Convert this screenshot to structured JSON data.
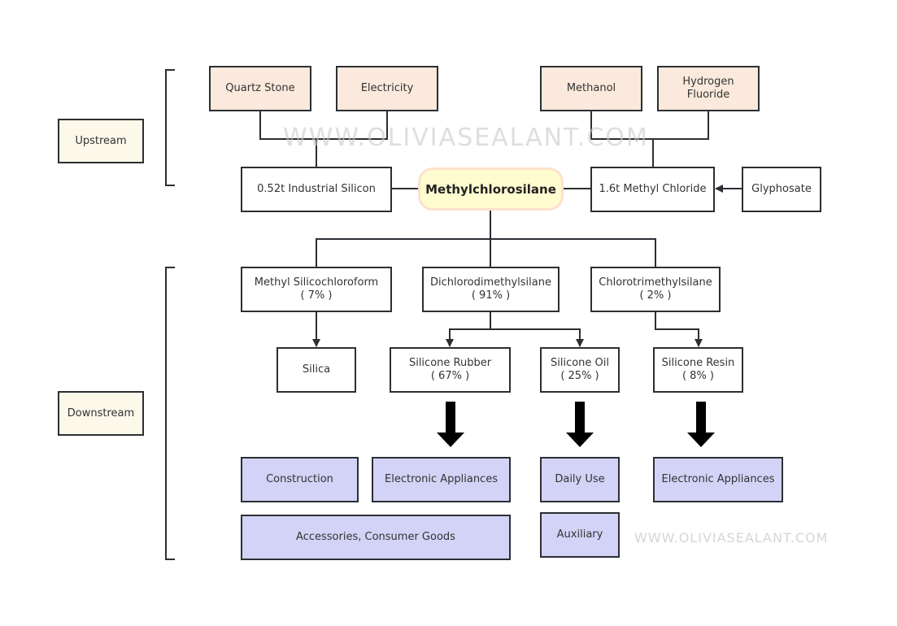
{
  "watermark": "WWW.OLIVIASEALANT.COM",
  "sections": {
    "upstream": "Upstream",
    "downstream": "Downstream"
  },
  "raw_materials": {
    "quartz": "Quartz Stone",
    "electricity": "Electricity",
    "methanol": "Methanol",
    "hf": "Hydrogen\nFluoride"
  },
  "intermediates": {
    "silicon": "0.52t Industrial Silicon",
    "core": "Methylchlorosilane",
    "methyl_chloride": "1.6t Methyl Chloride",
    "glyphosate": "Glyphosate"
  },
  "products": {
    "msc": "Methyl Silicochloroform\n( 7% )",
    "dds": "Dichlorodimethylsilane\n( 91% )",
    "cts": "Chlorotrimethylsilane\n( 2% )"
  },
  "derivatives": {
    "silica": "Silica",
    "rubber": "Silicone Rubber\n( 67% )",
    "oil": "Silicone Oil\n( 25% )",
    "resin": "Silicone Resin\n( 8% )"
  },
  "applications": {
    "construction": "Construction",
    "electronics_rubber": "Electronic Appliances",
    "daily_use": "Daily Use",
    "electronics_resin": "Electronic Appliances",
    "accessories": "Accessories, Consumer Goods",
    "auxiliary": "Auxiliary"
  },
  "colors": {
    "raw_material_fill": "#fae9dc",
    "section_fill": "#fcf8ea",
    "application_fill": "#d2d3f6",
    "core_fill": "#fffcd0",
    "core_border": "#fde2cc",
    "line": "#2b2f33"
  }
}
